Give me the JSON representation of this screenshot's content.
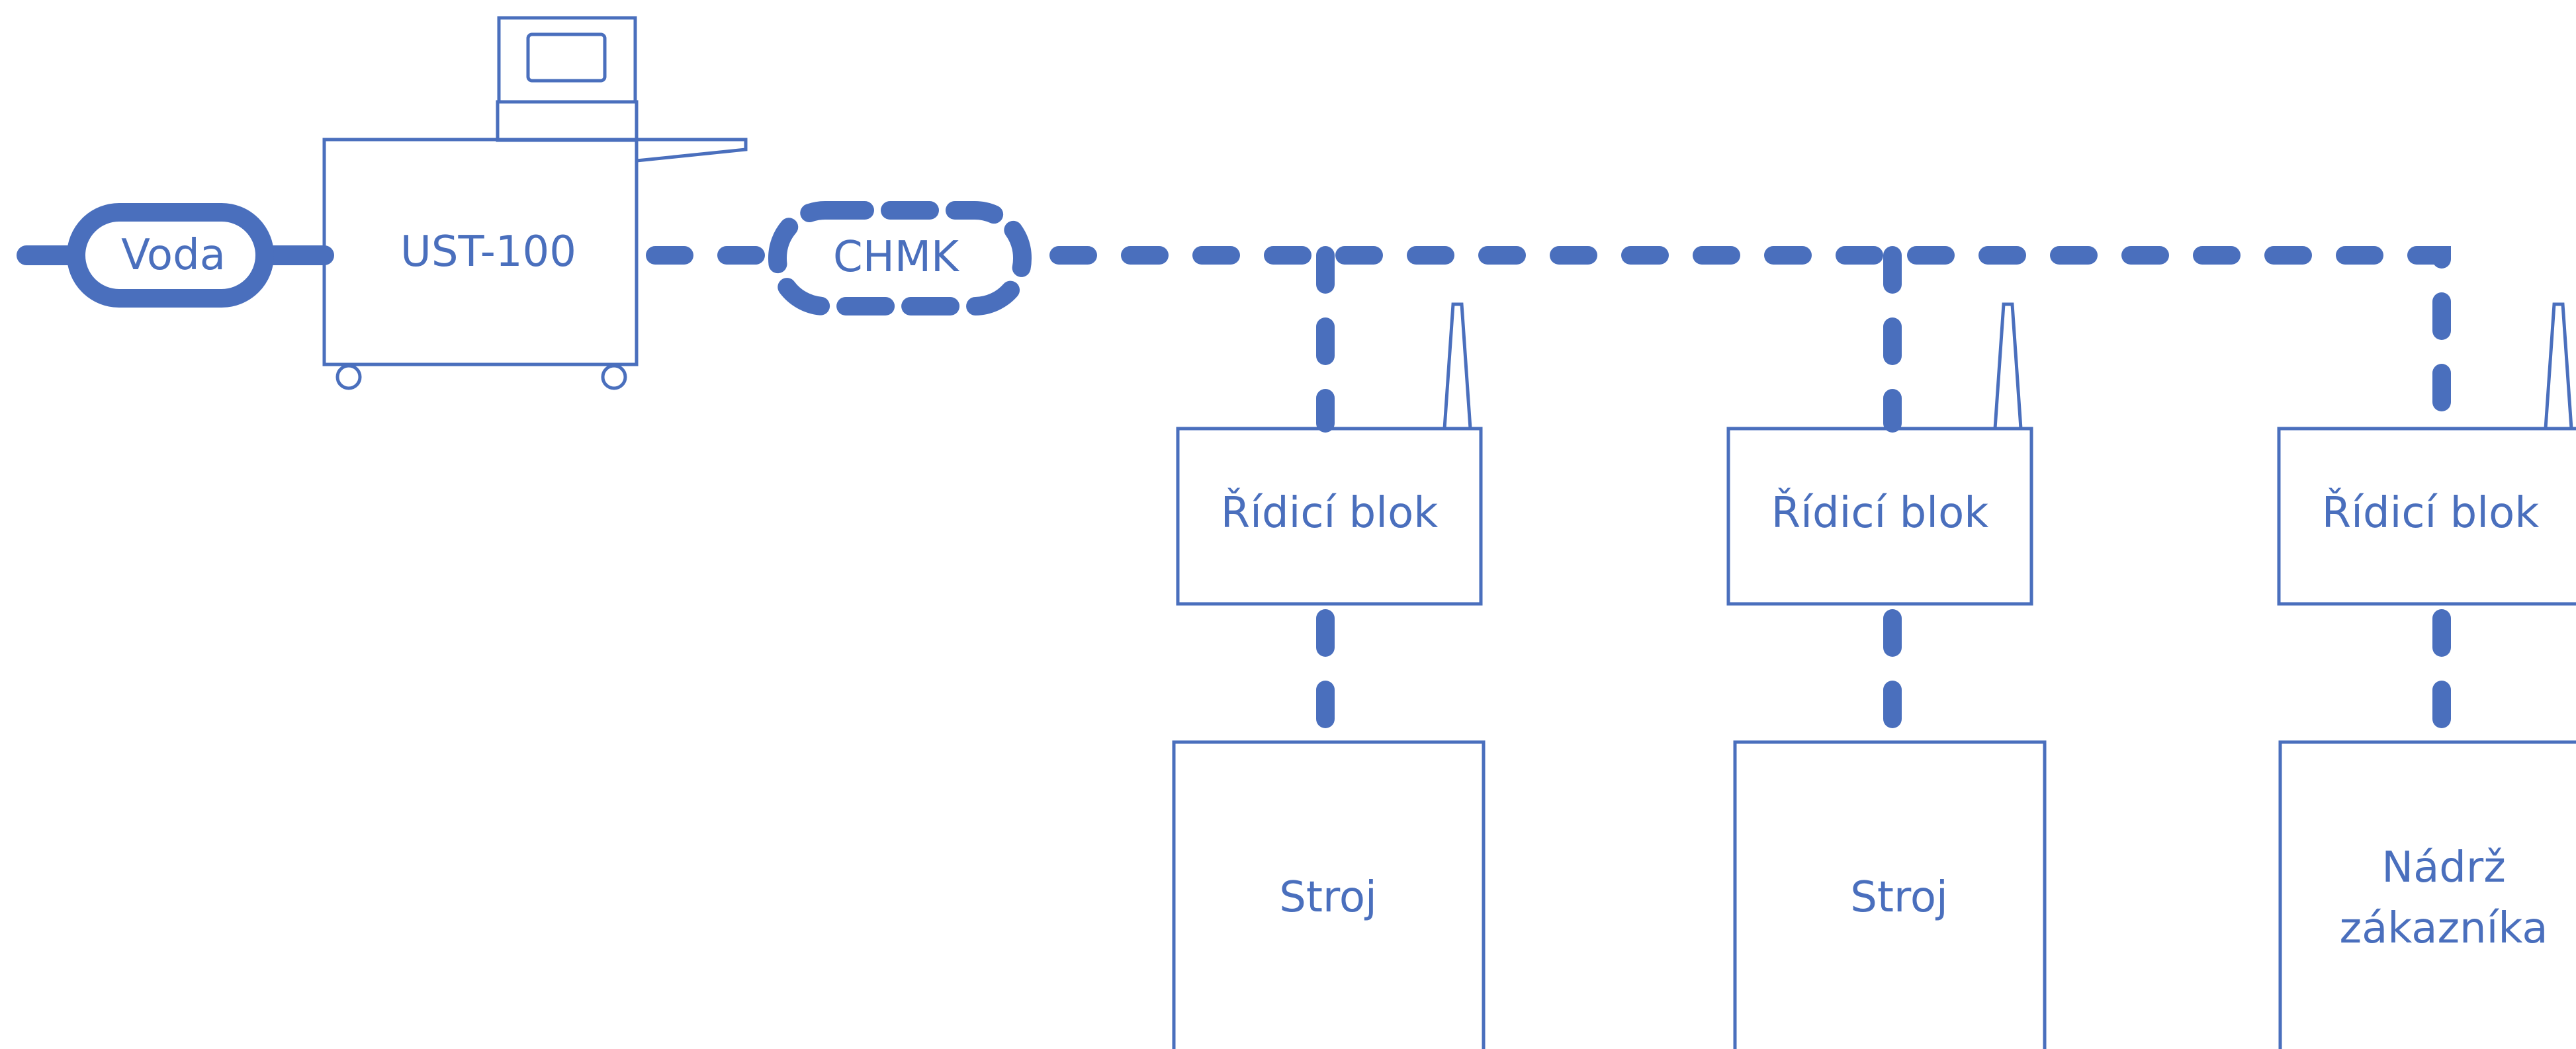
{
  "diagram": {
    "water_label": "Voda",
    "device_label": "UST-100",
    "chem_label": "CHMK",
    "units": [
      {
        "control_label": "Řídicí blok",
        "target_label": "Stroj"
      },
      {
        "control_label": "Řídicí blok",
        "target_label": "Stroj"
      },
      {
        "control_label": "Řídicí blok",
        "target_label_line1": "Nádrž",
        "target_label_line2": "zákazníka"
      }
    ]
  },
  "colors": {
    "accent": "#4a6fbd",
    "background": "#ffffff"
  }
}
